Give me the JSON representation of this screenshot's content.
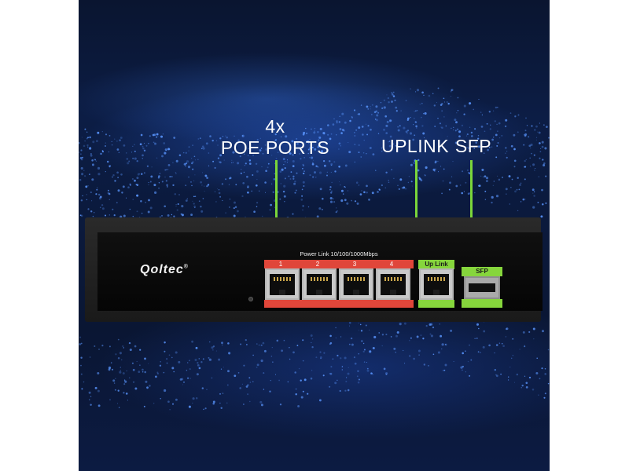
{
  "callouts": {
    "poe_line1": "4x",
    "poe_line2": "POE PORTS",
    "uplink": "UPLINK",
    "sfp": "SFP"
  },
  "device": {
    "brand": "Qoltec",
    "brand_mark": "®",
    "port_group_label": "Power Link 10/100/1000Mbps",
    "port_numbers": [
      "1",
      "2",
      "3",
      "4"
    ],
    "uplink_label": "Up Link",
    "sfp_label": "SFP"
  },
  "colors": {
    "callout_line": "#7bd63a",
    "poe_strip": "#e0463a",
    "uplink_strip": "#86d63c",
    "background": "#0b1a3d"
  }
}
